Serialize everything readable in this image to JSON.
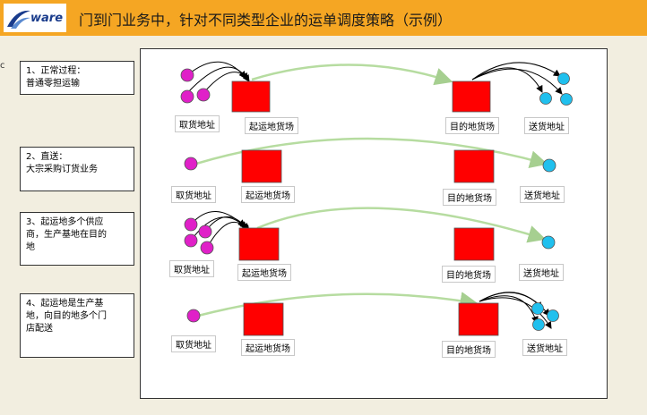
{
  "header": {
    "title": "门到门业务中，针对不同类型企业的运单调度策略（示例）",
    "logo_text": "ware",
    "side_mark": "c"
  },
  "colors": {
    "header": "#f5a623",
    "pickup": "#e020c8",
    "delivery": "#20c0ee",
    "yard": "#ff0000",
    "route": "#b6dca0"
  },
  "steps": [
    {
      "text": "1、正常过程：\n普通零担运输"
    },
    {
      "text": "2、直送：\n大宗采购订货业务"
    },
    {
      "text": "3、起运地多个供应\n商，生产基地在目的\n地"
    },
    {
      "text": "4、起运地是生产基\n地，向目的地多个门\n店配送"
    }
  ],
  "labels": {
    "pickup": "取货地址",
    "origin_yard": "起运地货场",
    "dest_yard": "目的地货场",
    "delivery": "送货地址"
  }
}
